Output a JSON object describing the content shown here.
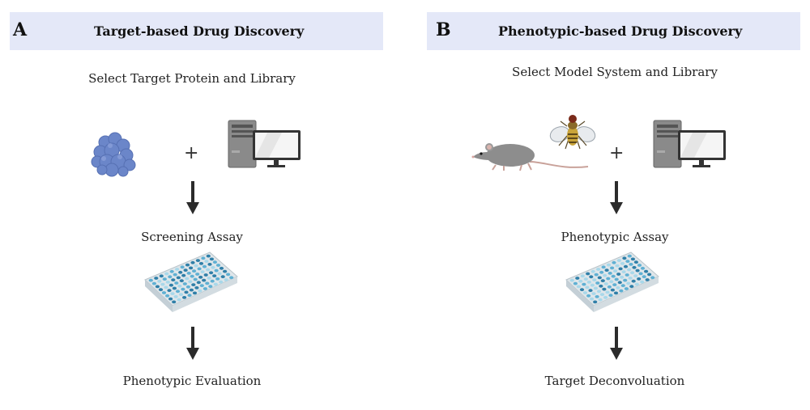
{
  "panels": {
    "a": {
      "letter": "A",
      "title": "Target-based Drug Discovery",
      "step1": "Select Target Protein and Library",
      "step2": "Screening Assay",
      "step3": "Phenotypic Evaluation"
    },
    "b": {
      "letter": "B",
      "title": "Phenotypic-based Drug Discovery",
      "step1": "Select Model System and Library",
      "step2": "Phenotypic Assay",
      "step3": "Target Deconvoluation"
    }
  },
  "plus_sign": "+",
  "icons": {
    "protein": "protein-icon",
    "computer": "computer-icon",
    "rat": "rat-icon",
    "fly": "fly-icon",
    "well_plate": "well-plate-icon",
    "arrow": "down-arrow-icon"
  },
  "colors": {
    "header_bg": "#e4e8f8",
    "protein": "#6b86c9",
    "well_plate_light": "#a8d8ea",
    "well_plate_dark": "#2f7fa8"
  }
}
